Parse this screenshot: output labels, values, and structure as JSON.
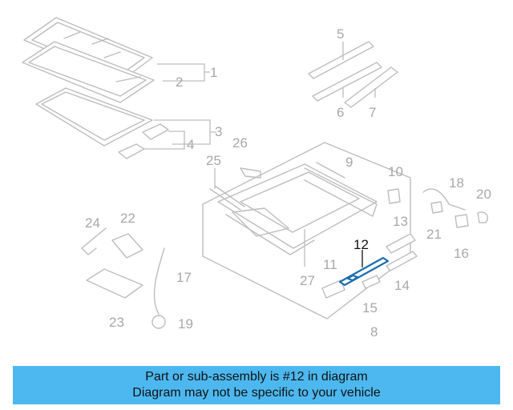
{
  "highlight_part": "12",
  "callouts": [
    "1",
    "2",
    "3",
    "4",
    "5",
    "6",
    "7",
    "8",
    "9",
    "10",
    "11",
    "12",
    "13",
    "14",
    "15",
    "16",
    "17",
    "18",
    "19",
    "20",
    "21",
    "22",
    "23",
    "24",
    "25",
    "26",
    "27"
  ],
  "banner": {
    "line1": "Part or sub-assembly is #12 in diagram",
    "line2": "Diagram may not be specific to your vehicle"
  },
  "colors": {
    "banner_bg": "#4db8f0",
    "highlight": "#1b6fae",
    "line_gray": "#bdbdbd",
    "label_gray": "#a8a8a8"
  }
}
